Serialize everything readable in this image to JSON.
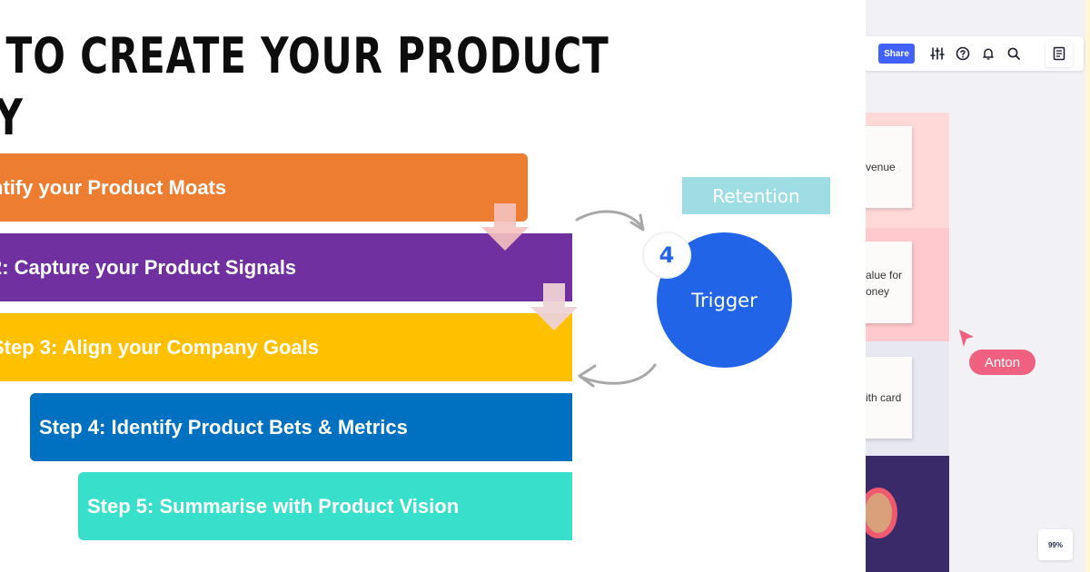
{
  "slide": {
    "title_line1": "S TO CREATE YOUR PRODUCT",
    "title_line2": "GY",
    "steps": [
      {
        "label": "ntify your Product Moats",
        "color": "#ed7d31"
      },
      {
        "label": "2: Capture your Product Signals",
        "color": "#7030a0"
      },
      {
        "label": "Step 3: Align your Company Goals",
        "color": "#ffc000"
      },
      {
        "label": "Step 4: Identify Product Bets & Metrics",
        "color": "#0070c0"
      },
      {
        "label": "Step 5: Summarise with Product Vision",
        "color": "#38e0cc"
      }
    ]
  },
  "loop": {
    "retention_label": "Retention",
    "step_number": "4",
    "trigger_label": "Trigger",
    "accent": "#2264e8"
  },
  "app": {
    "toolbar": {
      "share_label": "Share",
      "icons": [
        "settings-sliders-icon",
        "help-icon",
        "bell-icon",
        "search-icon",
        "notes-icon"
      ],
      "accent": "#4262ff"
    },
    "stickies": [
      {
        "line1": "venue",
        "line2": ""
      },
      {
        "line1": "alue for",
        "line2": "oney"
      },
      {
        "line1": "ith card",
        "line2": ""
      }
    ],
    "collaborator_name": "Anton",
    "collaborator_color": "#f06080",
    "zoom_level": "99%"
  }
}
